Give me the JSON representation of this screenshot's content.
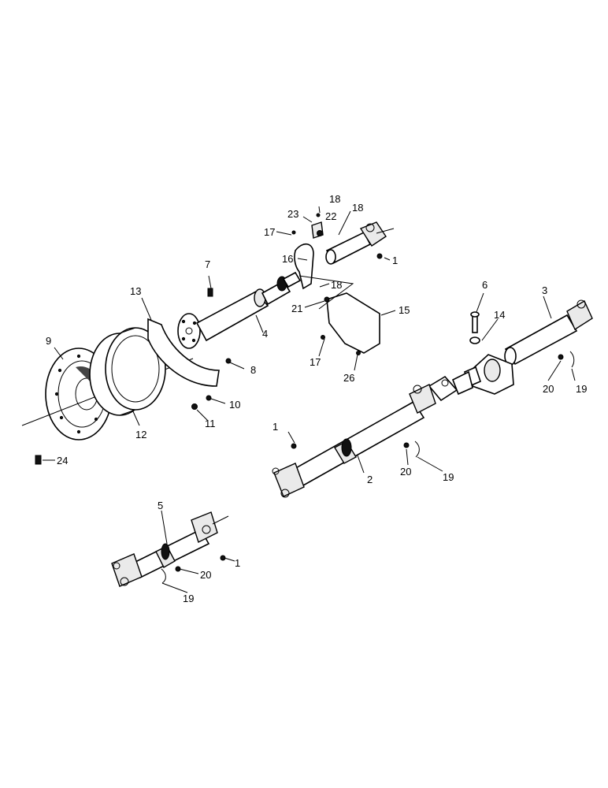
{
  "diagram": {
    "description_labels": {
      "l1a": "1",
      "l1b": "1",
      "l1c": "1",
      "l2": "2",
      "l3": "3",
      "l4": "4",
      "l5": "5",
      "l6": "6",
      "l7": "7",
      "l8": "8",
      "l9": "9",
      "l10": "10",
      "l11": "11",
      "l12": "12",
      "l13": "13",
      "l14": "14",
      "l15": "15",
      "l16": "16",
      "l17a": "17",
      "l17b": "17",
      "l18a": "18",
      "l18b": "18",
      "l18c": "18",
      "l19a": "19",
      "l19b": "19",
      "l19c": "19",
      "l20a": "20",
      "l20b": "20",
      "l20c": "20",
      "l21": "21",
      "l22": "22",
      "l23": "23",
      "l24": "24",
      "l26": "26"
    }
  }
}
